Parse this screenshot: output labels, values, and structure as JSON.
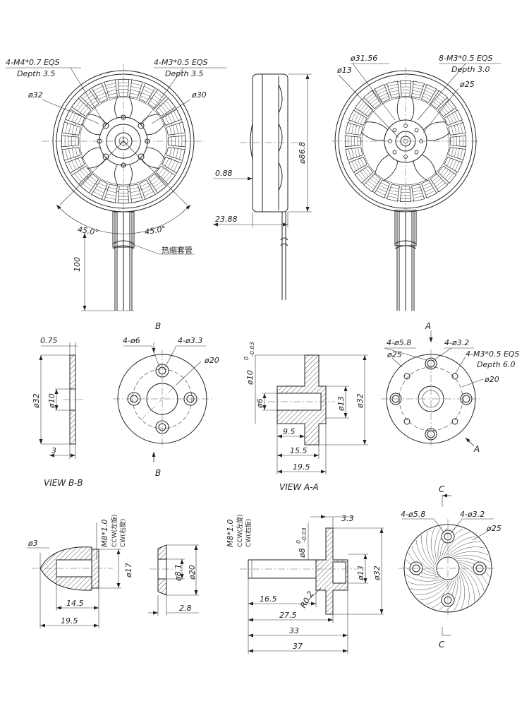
{
  "motor": {
    "front": {
      "m4_callout": "4-M4*0.7 EQS",
      "m4_depth": "Depth 3.5",
      "m3_callout": "4-M3*0.5 EQS",
      "m3_depth": "Depth 3.5",
      "d32": "ø32",
      "d30": "ø30",
      "angle_left": "45.0°",
      "angle_right": "45.0°",
      "sleeve_note": "热缩套管",
      "lead_length": "100"
    },
    "side": {
      "d86": "ø86.8",
      "gap": "0.88",
      "height": "23.88"
    },
    "rear": {
      "d31": "ø31.56",
      "m3_callout": "8-M3*0.5 EQS",
      "m3_depth": "Depth 3.0",
      "d13": "ø13",
      "d25": "ø25"
    }
  },
  "view_bb": {
    "section_mark": "B",
    "thickness": "0.75",
    "d32": "ø32",
    "d10": "ø10",
    "width": "3",
    "holes6": "4-ø6",
    "holes33": "4-ø3.3",
    "d20": "ø20",
    "title": "VIEW B-B"
  },
  "view_aa": {
    "section_mark": "A",
    "d10_tol": "ø10",
    "tol_upper": "0",
    "tol_lower": "-0.03",
    "d6": "ø6",
    "d13": "ø13",
    "d32": "ø32",
    "l95": "9.5",
    "l155": "15.5",
    "l195": "19.5",
    "title": "VIEW A-A",
    "holes58": "4-ø5.8",
    "holes32": "4-ø3.2",
    "d25": "ø25",
    "m3_callout": "4-M3*0.5 EQS",
    "m3_depth": "Depth 6.0",
    "d20": "ø20"
  },
  "bottom": {
    "d3": "ø3",
    "m8_a": "M8*1.0",
    "ccw_a": "CCW(左旋)",
    "cw_a": "CW(右旋)",
    "d17": "ø17",
    "l145": "14.5",
    "l195": "19.5",
    "d81": "ø8.1",
    "d20": "ø20",
    "l28": "2.8",
    "m8_b": "M8*1.0",
    "ccw_b": "CCW(左旋)",
    "cw_b": "CW(右旋)",
    "d8_tol": "ø8",
    "tol_upper": "0",
    "tol_lower": "-0.03",
    "l33a": "3.3",
    "d13": "ø13",
    "d32": "ø32",
    "l165": "16.5",
    "r02": "R0.2",
    "l275": "27.5",
    "l33": "33",
    "l37": "37",
    "section_mark": "C",
    "holes58": "4-ø5.8",
    "holes32": "4-ø3.2",
    "d25": "ø25"
  }
}
